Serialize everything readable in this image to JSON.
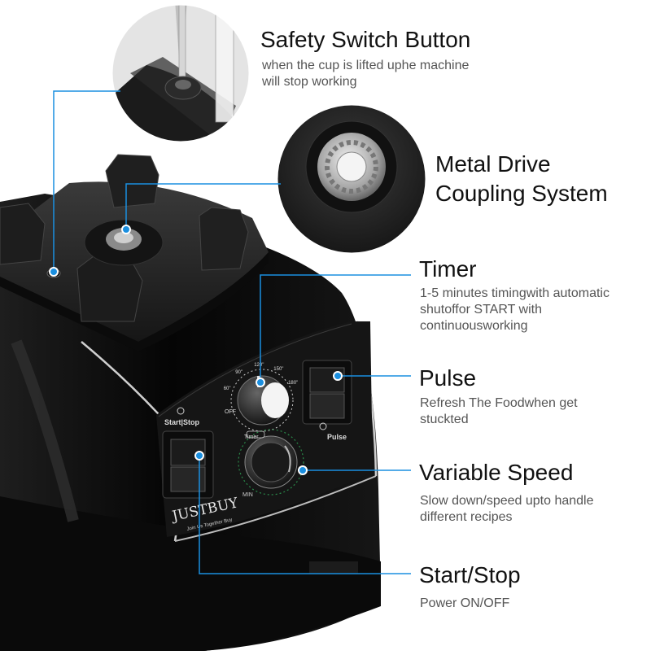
{
  "colors": {
    "accent": "#1a8fe0",
    "title": "#111111",
    "description": "#555555",
    "body": "#0d0d0d"
  },
  "panel": {
    "brand": "JUSTBUY",
    "tagline": "Join Us Together Buy",
    "start_stop_label": "Start|Stop",
    "pulse_label": "Pulse",
    "timer_label": "Timer",
    "min_label": "MIN",
    "off_label": "OFF",
    "timer_marks": [
      "60\"",
      "90\"",
      "120\"",
      "150\"",
      "180\""
    ],
    "icons": [
      "power-icon",
      "pulse-icon",
      "timer-icon"
    ]
  },
  "callouts": [
    {
      "title": "Safety Switch Button",
      "desc": [
        "when the cup is lifted uphe machine",
        "will stop working"
      ]
    },
    {
      "title": "Metal Drive\nCoupling System",
      "title_lines": [
        "Metal Drive",
        "Coupling System"
      ],
      "desc": []
    },
    {
      "title": "Timer",
      "desc": [
        "1-5 minutes timingwith automatic",
        "shutoffor START with",
        "continuousworking"
      ]
    },
    {
      "title": "Pulse",
      "desc": [
        "Refresh The Foodwhen get",
        "stuckted"
      ]
    },
    {
      "title": "Variable Speed",
      "desc": [
        "Slow down/speed upto handle",
        "different recipes"
      ]
    },
    {
      "title": "Start/Stop",
      "desc": [
        "Power ON/OFF"
      ]
    }
  ]
}
